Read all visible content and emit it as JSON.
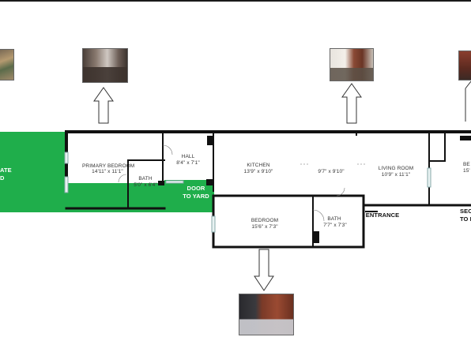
{
  "plan": {
    "rooms": {
      "primary_bedroom": {
        "name": "PRIMARY BEDROOM",
        "dims": "14'11\" x 11'1\""
      },
      "bath_1": {
        "name": "BATH",
        "dims": "5'0\" x 6'4\""
      },
      "hall": {
        "name": "HALL",
        "dims": "8'4\" x 7'1\""
      },
      "kitchen": {
        "name": "KITCHEN",
        "dims": "13'9\" x 9'10\""
      },
      "dining": {
        "dims": "9'7\" x 9'10\""
      },
      "living_room": {
        "name": "LIVING ROOM",
        "dims": "10'9\" x 11'1\""
      },
      "bedroom": {
        "name": "BEDROOM",
        "dims": "15'6\" x 7'3\""
      },
      "bath_2": {
        "name": "BATH",
        "dims": "7'7\" x 7'3\""
      },
      "right_cut": {
        "name": "BE",
        "dims": "15'"
      }
    },
    "labels": {
      "door_to_yard_1": "DOOR",
      "door_to_yard_2": "TO YARD",
      "entrance": "ENTRANCE",
      "yard_1": "ATE",
      "yard_2": "D",
      "secondary_1": "SEC",
      "secondary_2": "TO I"
    }
  },
  "colors": {
    "yard_green": "#1fae4b",
    "wall": "#111111",
    "arrow_stroke": "#333333"
  },
  "thumbnails": [
    {
      "name": "photo-left-edge",
      "icon": "photo-icon"
    },
    {
      "name": "photo-primary-bedroom",
      "icon": "photo-icon"
    },
    {
      "name": "photo-living-room",
      "icon": "photo-icon"
    },
    {
      "name": "photo-right-edge",
      "icon": "photo-icon"
    },
    {
      "name": "photo-bedroom",
      "icon": "photo-icon"
    }
  ]
}
